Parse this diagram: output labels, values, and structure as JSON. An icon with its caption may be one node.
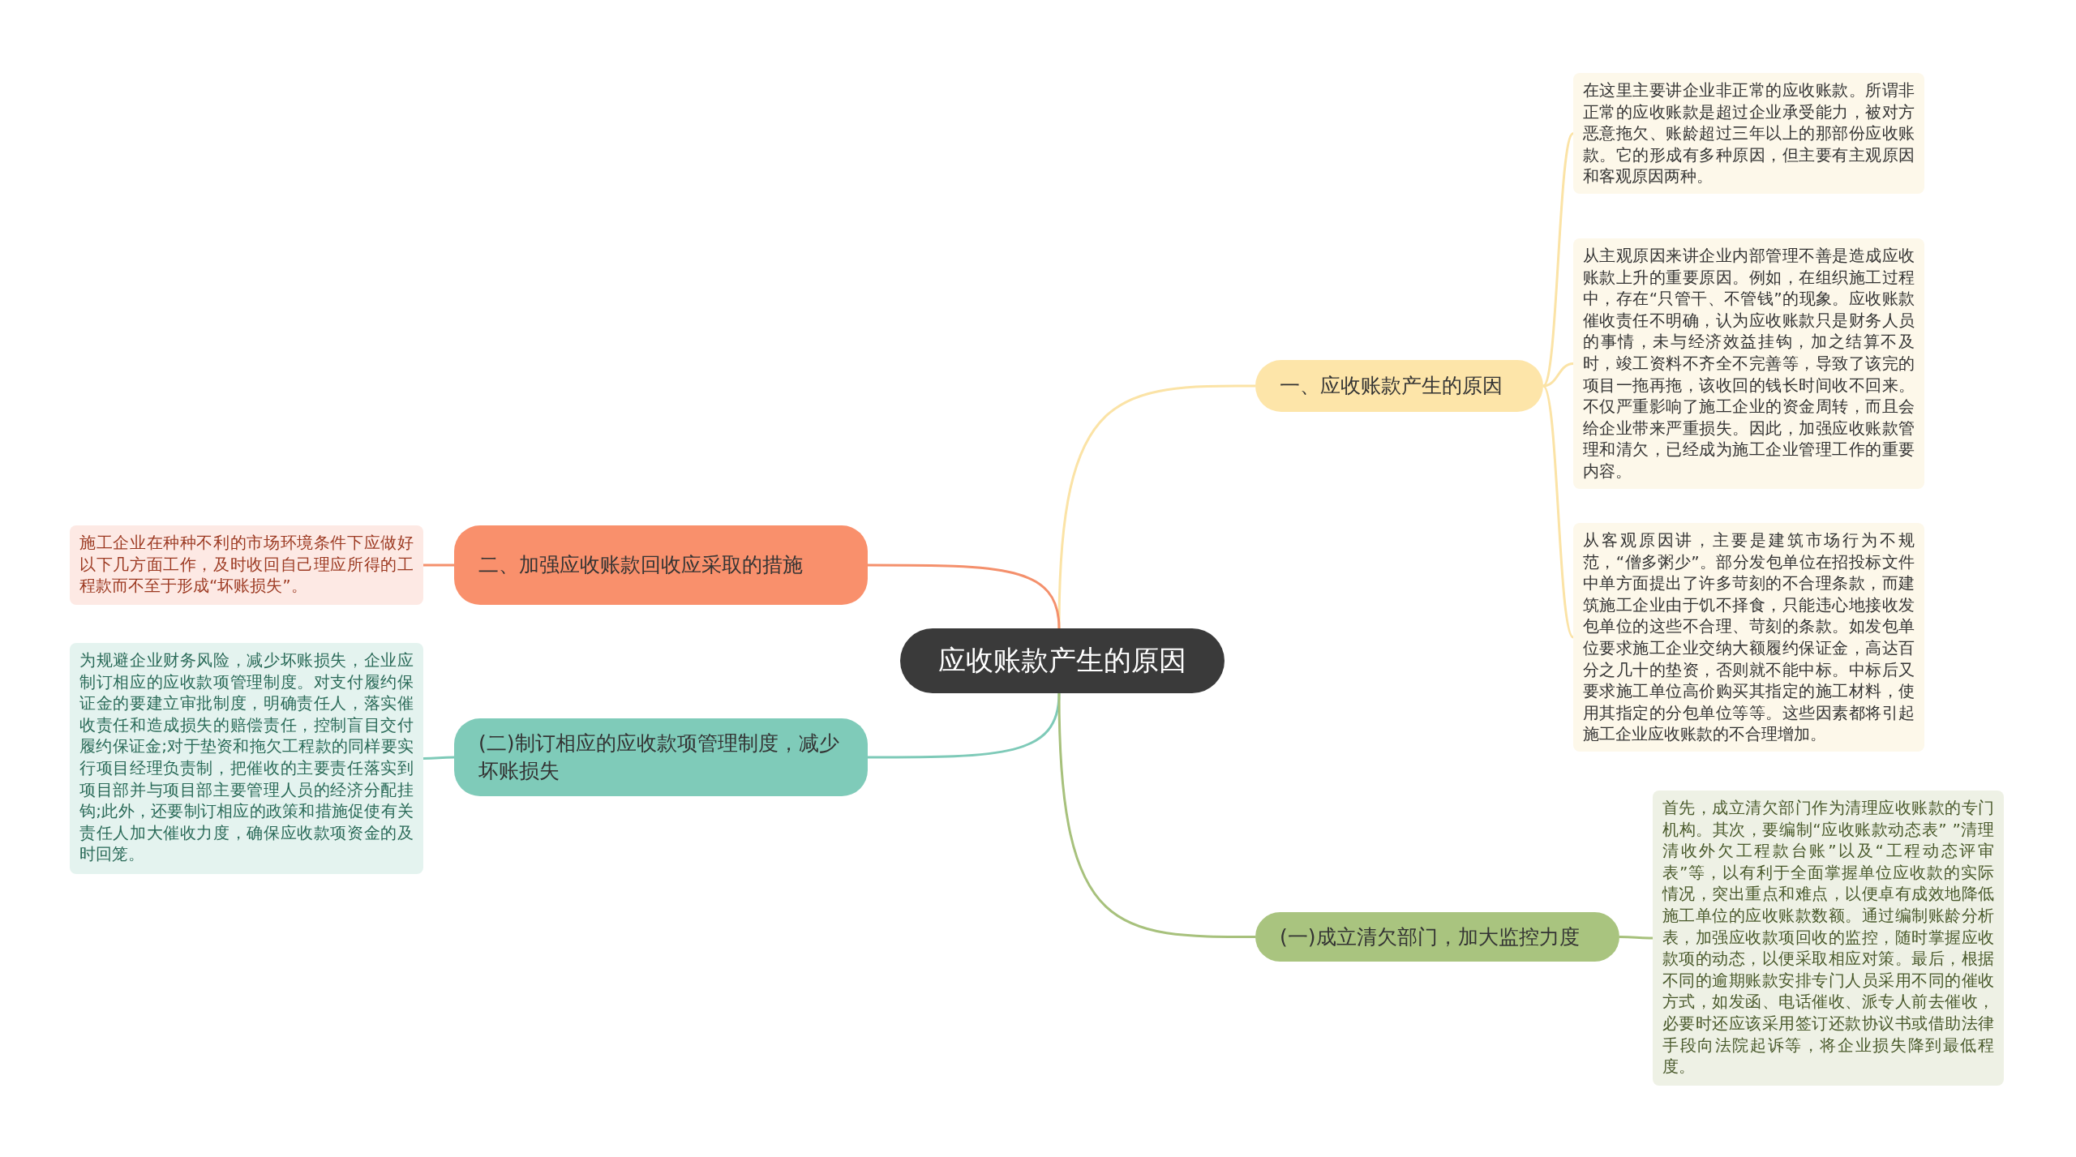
{
  "diagram": {
    "nodes": [
      {
        "text": [
          "应收账款产生的原因"
        ]
      },
      {
        "text": [
          "一、应收账款产生的原因"
        ]
      },
      {
        "text": [
          "二、加强应收账款回收应采取的措施"
        ]
      },
      {
        "text": [
          "(二)制订相应的应收款项管理制度，减少坏账损失"
        ]
      },
      {
        "text": [
          "(一)成立清欠部门，加大监控力度"
        ]
      },
      {
        "text": [
          "在这里主要讲企业非正常的应收账款。所谓非正常的应收账款是超过企业承受能力，被对方恶意拖欠、账龄超过三年以上的那部份应收账款。它的形成有多种原因，但主要有主观原因和客观原因两种。"
        ]
      },
      {
        "text": [
          "从主观原因来讲企业内部管理不善是造成应收账款上升的重要原因。例如，在组织施工过程中，存在“只管干、不管钱”的现象。应收账款催收责任不明确，认为应收账款只是财务人员的事情，未与经济效益挂钩，加之结算不及时，竣工资料不齐全不完善等，导致了该完的项目一拖再拖，该收回的钱长时间收不回来。不仅严重影响了施工企业的资金周转，而且会给企业带来严重损失。因此，加强应收账款管理和清欠，已经成为施工企业管理工作的重要内容。"
        ]
      },
      {
        "text": [
          "从客观原因讲，主要是建筑市场行为不规范，“僧多粥少”。部分发包单位在招投标文件中单方面提出了许多苛刻的不合理条款，而建筑施工企业由于饥不择食，只能违心地接收发包单位的这些不合理、苛刻的条款。如发包单位要求施工企业交纳大额履约保证金，高达百分之几十的垫资，否则就不能中标。中标后又要求施工单位高价购买其指定的施工材料，使用其指定的分包单位等等。这些因素都将引起施工企业应收账款的不合理增加。"
        ]
      },
      {
        "text": [
          "施工企业在种种不利的市场环境条件下应做好以下几方面工作，及时收回自己理应所得的工程款而不至于形成“坏账损失”。"
        ]
      },
      {
        "text": [
          "为规避企业财务风险，减少坏账损失，企业应制订相应的应收款项管理制度。对支付履约保证金的要建立审批制度，明确责任人，落实催收责任和造成损失的赔偿责任，控制盲目交付履约保证金;对于垫资和拖欠工程款的同样要实行项目经理负责制，把催收的主要责任落实到项目部并与项目部主要管理人员的经济分配挂钩;此外，还要制订相应的政策和措施促使有关责任人加大催收力度，确保应收款项资金的及时回笼。"
        ]
      },
      {
        "text": [
          "首先，成立清欠部门作为清理应收账款的专门机构。其次，要编制“应收账款动态表” ”清理清收外欠工程款台账”以及“工程动态评审表”等，以有利于全面掌握单位应收款的实际情况，突出重点和难点，以便卓有成效地降低施工单位的应收账款数额。通过编制账龄分析表，加强应收款项回收的监控，随时掌握应收款项的动态，以便采取相应对策。最后，根据不同的逾期账款安排专门人员采用不同的催收方式，如发函、电话催收、派专人前去催收，必要时还应该采用签订还款协议书或借助法律手段向法院起诉等，将企业损失降到最低程度。"
        ]
      }
    ],
    "edges": [
      {
        "from": 0,
        "to": 1,
        "arrow": "none",
        "color": "#fbe3a6"
      },
      {
        "from": 0,
        "to": 2,
        "arrow": "none",
        "color": "#f4906c"
      },
      {
        "from": 0,
        "to": 3,
        "arrow": "none",
        "color": "#7ecab8"
      },
      {
        "from": 0,
        "to": 4,
        "arrow": "none",
        "color": "#a7c17c"
      },
      {
        "from": 1,
        "to": 5,
        "arrow": "none",
        "color": "#fbe3a6"
      },
      {
        "from": 1,
        "to": 6,
        "arrow": "none",
        "color": "#fbe3a6"
      },
      {
        "from": 1,
        "to": 7,
        "arrow": "none",
        "color": "#fbe3a6"
      },
      {
        "from": 2,
        "to": 8,
        "arrow": "none",
        "color": "#f4906c"
      },
      {
        "from": 3,
        "to": 9,
        "arrow": "none",
        "color": "#7ecab8"
      },
      {
        "from": 4,
        "to": 10,
        "arrow": "none",
        "color": "#a7c17c"
      }
    ]
  }
}
